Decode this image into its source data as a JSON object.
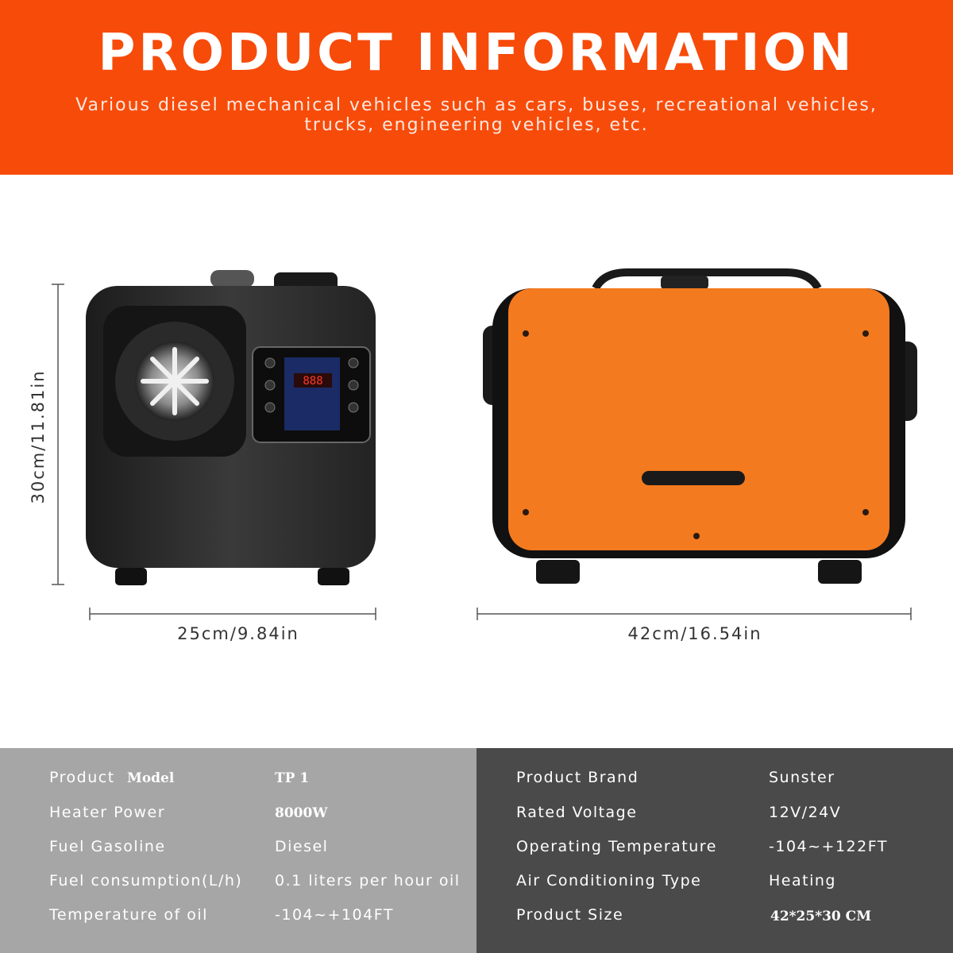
{
  "header": {
    "title": "PRODUCT INFORMATION",
    "subtitle_line1": "Various diesel mechanical vehicles such as cars, buses, recreational vehicles,",
    "subtitle_line2": "trucks, engineering vehicles, etc."
  },
  "dimensions": {
    "height": "30cm/11.81in",
    "side_width": "25cm/9.84in",
    "front_width": "42cm/16.54in"
  },
  "colors": {
    "header": "#f74b0a",
    "heater_orange": "#f47a1f",
    "heater_body": "#2b2b2b"
  },
  "specs_left": [
    {
      "label": "Product",
      "label2": "Model",
      "value": "TP 1"
    },
    {
      "label": "Heater Power",
      "value": "8000W"
    },
    {
      "label": "Fuel Gasoline",
      "value": "Diesel"
    },
    {
      "label": "Fuel consumption(L/h)",
      "value": "0.1 liters per hour oil"
    },
    {
      "label": "Temperature of oil",
      "value": "-104~+104FT"
    }
  ],
  "specs_right": [
    {
      "label": "Product Brand",
      "value": "Sunster"
    },
    {
      "label": "Rated Voltage",
      "value": "12V/24V"
    },
    {
      "label": "Operating Temperature",
      "value": "-104~+122FT"
    },
    {
      "label": "Air Conditioning Type",
      "value": "Heating"
    },
    {
      "label": "Product Size",
      "value": "42*25*30 CM"
    }
  ]
}
